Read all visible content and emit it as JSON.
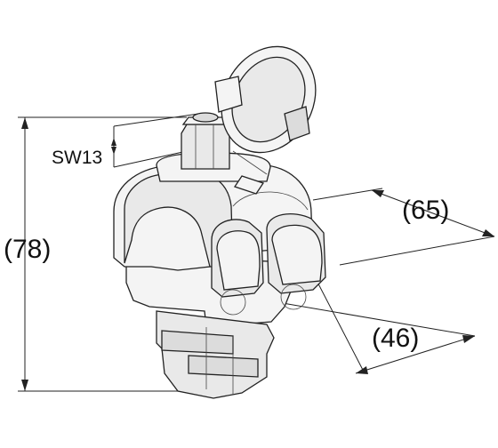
{
  "dimensions": {
    "height": "(78)",
    "width": "(65)",
    "depth": "(46)",
    "wrench": "SW13"
  },
  "icon": "insulation-piercing-connector-drawing"
}
